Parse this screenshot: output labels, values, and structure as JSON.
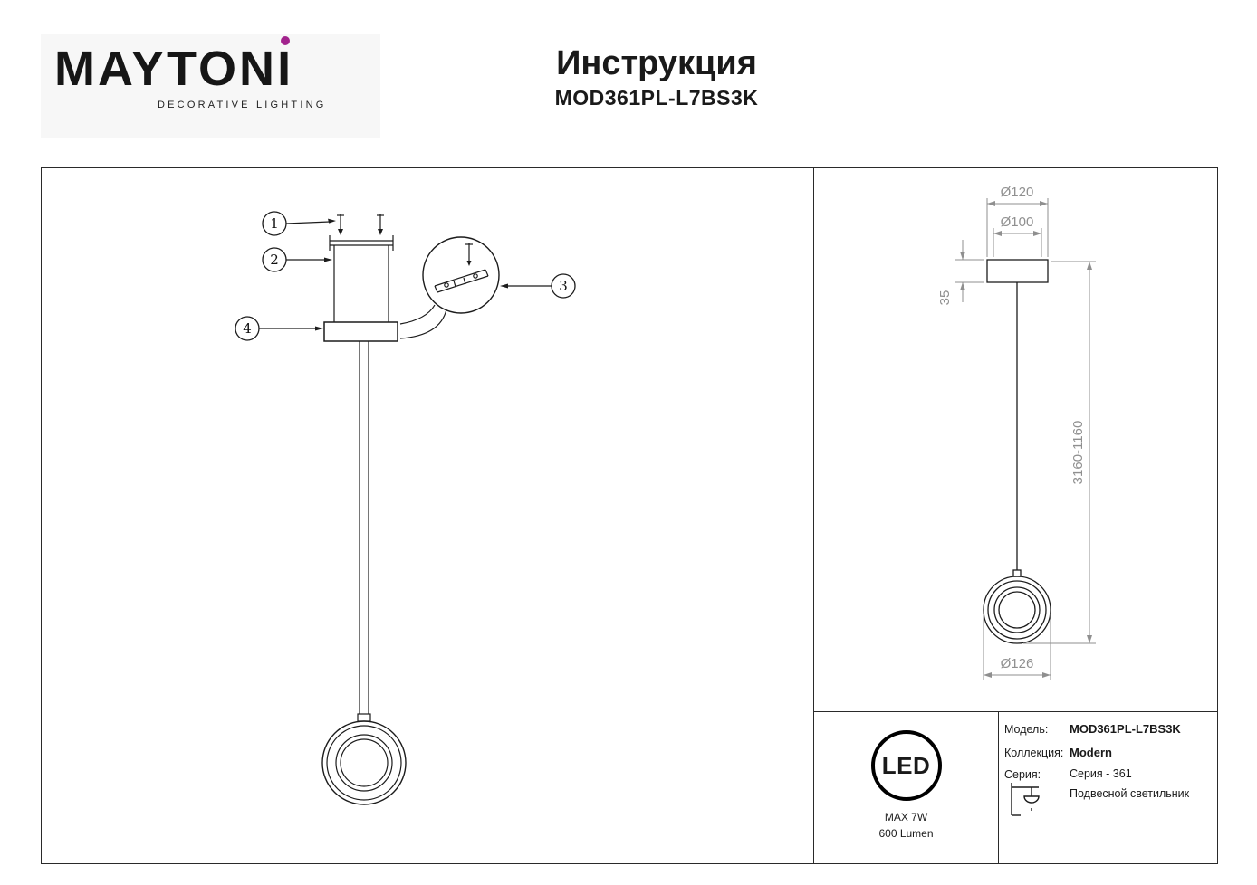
{
  "logo": {
    "brand_main": "MAYTON",
    "brand_i": "I",
    "tagline": "DECORATIVE LIGHTING",
    "dot_color": "#a2238d"
  },
  "header": {
    "title": "Инструкция",
    "model": "MOD361PL-L7BS3K"
  },
  "drawing": {
    "callout_1": "1",
    "callout_2": "2",
    "callout_3": "3",
    "callout_4": "4"
  },
  "dimensions": {
    "canopy_outer": "Ø120",
    "canopy_inner": "Ø100",
    "canopy_height": "35",
    "suspension_range": "3160-1160",
    "ring_diameter": "Ø126"
  },
  "spec_panel": {
    "led": "LED",
    "max_power": "MAX 7W",
    "luminous_flux": "600 Lumen",
    "model_label": "Модель:",
    "model_value": "MOD361PL-L7BS3K",
    "collection_label": "Коллекция:",
    "collection_value": "Modern",
    "series_label": "Серия:",
    "series_value": "Серия - 361",
    "type_value": "Подвесной светильник"
  }
}
